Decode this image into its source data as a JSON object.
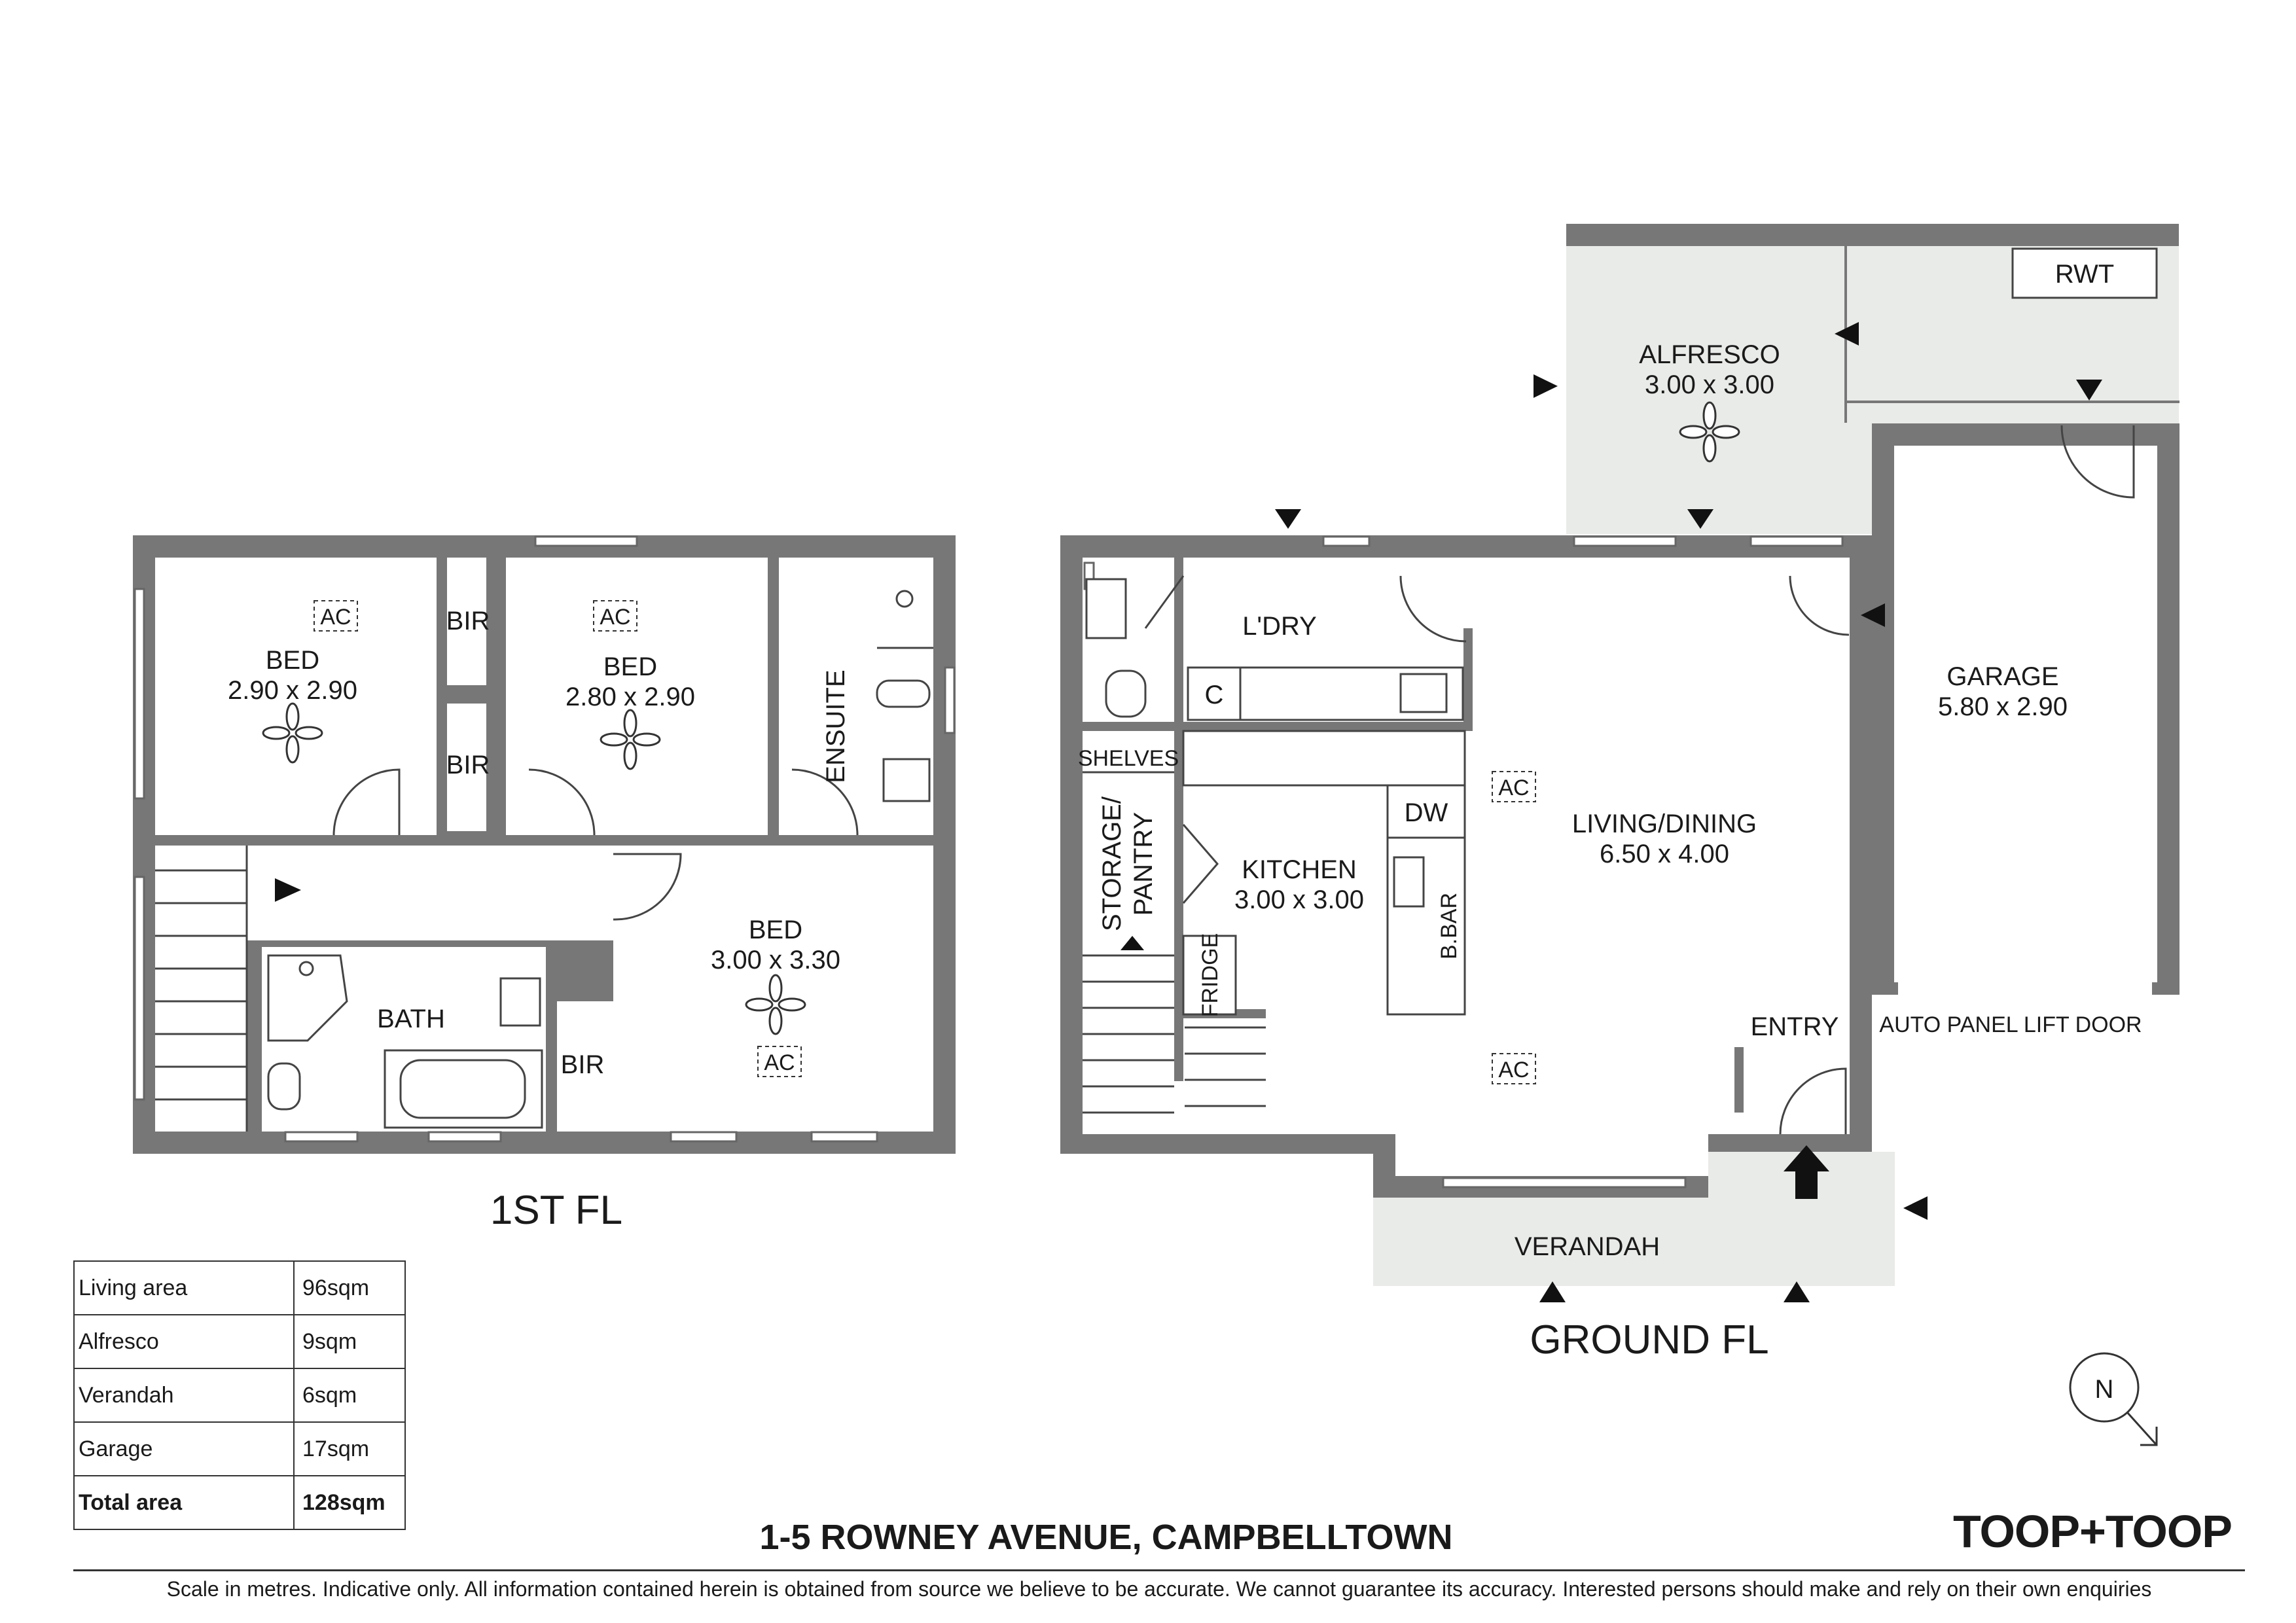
{
  "floors": {
    "first": {
      "label": "1ST FL",
      "rooms": {
        "bed1_name": "BED",
        "bed1_dims": "2.90 x 2.90",
        "bed2_name": "BED",
        "bed2_dims": "2.80 x 2.90",
        "bed3_name": "BED",
        "bed3_dims": "3.00 x 3.30",
        "bath": "BATH",
        "ensuite": "ENSUITE",
        "bir": "BIR"
      }
    },
    "ground": {
      "label": "GROUND FL",
      "rooms": {
        "alfresco_name": "ALFRESCO",
        "alfresco_dims": "3.00 x 3.00",
        "rwt": "RWT",
        "garage_name": "GARAGE",
        "garage_dims": "5.80 x 2.90",
        "garage_door": "AUTO PANEL LIFT DOOR",
        "laundry": "L'DRY",
        "cupboard": "C",
        "shelves": "SHELVES",
        "storage": "STORAGE/",
        "pantry": "PANTRY",
        "kitchen_name": "KITCHEN",
        "kitchen_dims": "3.00 x 3.00",
        "dw": "DW",
        "bbar": "B.BAR",
        "fridge": "FRIDGE",
        "living_name": "LIVING/DINING",
        "living_dims": "6.50 x 4.00",
        "entry": "ENTRY",
        "verandah": "VERANDAH"
      }
    }
  },
  "ac_label": "AC",
  "north": "N",
  "areas": [
    {
      "label": "Living area",
      "value": "96sqm"
    },
    {
      "label": "Alfresco",
      "value": "9sqm"
    },
    {
      "label": "Verandah",
      "value": "6sqm"
    },
    {
      "label": "Garage",
      "value": "17sqm"
    },
    {
      "label": "Total area",
      "value": "128sqm"
    }
  ],
  "address": "1-5 ROWNEY AVENUE, CAMPBELLTOWN",
  "brand": "TOOP+TOOP",
  "disclaimer": "Scale in metres. Indicative only. All information contained herein is obtained from source we believe to be accurate. We cannot guarantee its accuracy. Interested persons should make and rely on their own enquiries",
  "colors": {
    "wall": "#777777",
    "outdoor": "#e9ebe8",
    "text": "#1a1a1a"
  }
}
